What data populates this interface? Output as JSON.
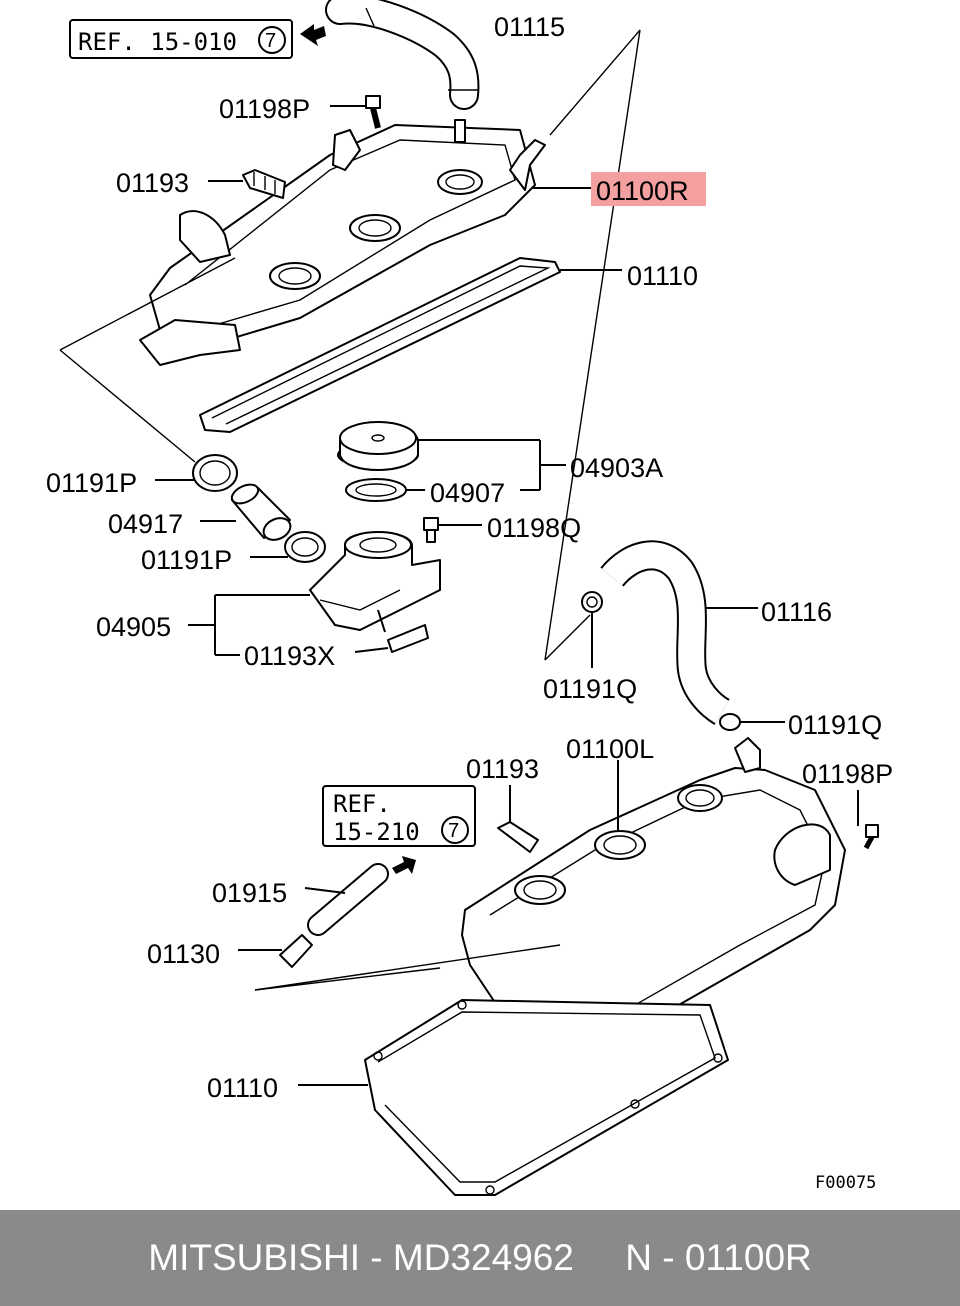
{
  "diagram": {
    "ref_upper": {
      "text": "REF. 15-010",
      "circle": "7"
    },
    "ref_lower": {
      "line1": "REF.",
      "line2": "15-210",
      "circle": "7"
    },
    "labels": {
      "p01115": "01115",
      "p01198P_top": "01198P",
      "p01193_top": "01193",
      "p01100R": "01100R",
      "p01110_top": "01110",
      "p04903A": "04903A",
      "p04907": "04907",
      "p01191P_a": "01191P",
      "p04917": "04917",
      "p01198Q": "01198Q",
      "p01191P_b": "01191P",
      "p04905": "04905",
      "p01193X": "01193X",
      "p01116": "01116",
      "p01191Q_a": "01191Q",
      "p01191Q_b": "01191Q",
      "p01193_bot": "01193",
      "p01100L": "01100L",
      "p01198P_bot": "01198P",
      "p01915": "01915",
      "p01130": "01130",
      "p01110_bot": "01110"
    },
    "figure_code": "F00075",
    "highlight_color": "#f4a0a0"
  },
  "footer": {
    "caption": "MITSUBISHI - MD324962     N - 01100R",
    "background": "#8a8a8a"
  }
}
